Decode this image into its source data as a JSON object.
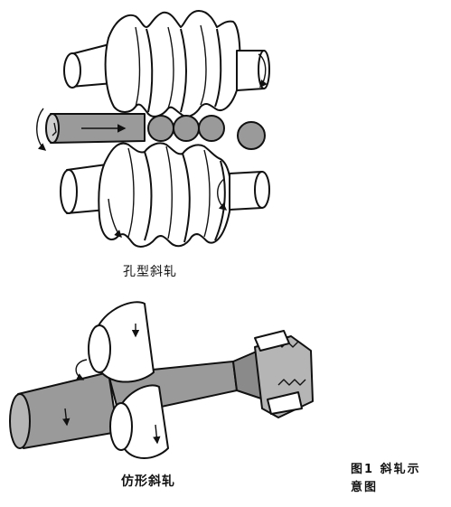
{
  "labels": {
    "top_diagram": "孔型斜轧",
    "bottom_diagram": "仿形斜轧",
    "caption_line1": "图1  斜轧示",
    "caption_line2": "意图"
  },
  "icons": {
    "groove_rolls": "grooved-roll-pair-icon",
    "ball": "steel-ball-icon",
    "cone_rolls": "conical-roll-icon",
    "workpiece": "workpiece-bar-icon"
  },
  "colors": {
    "line": "#111111",
    "shade": "#9a9a9a",
    "light": "#ffffff"
  }
}
